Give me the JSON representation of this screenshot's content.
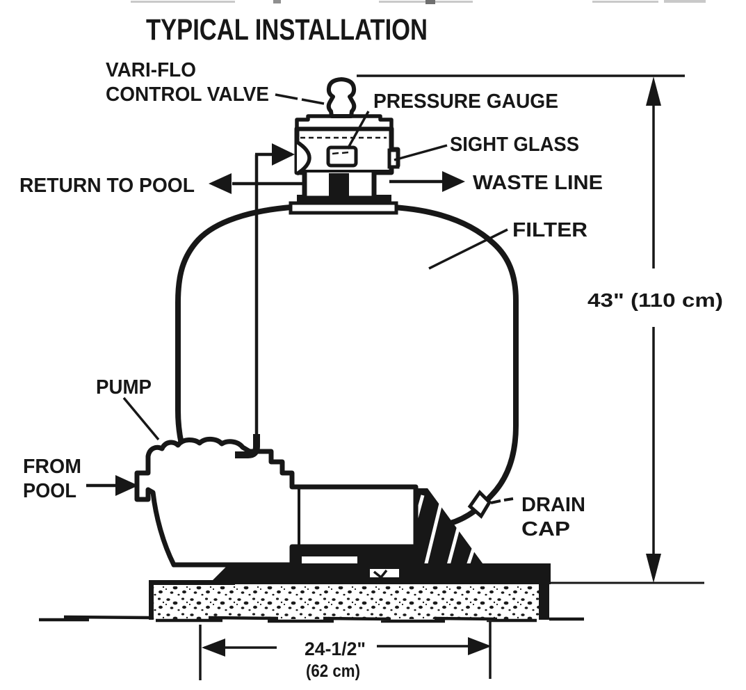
{
  "title": "TYPICAL INSTALLATION",
  "labels": {
    "vari_flo_line1": "VARI-FLO",
    "vari_flo_line2": "CONTROL VALVE",
    "pressure_gauge": "PRESSURE GAUGE",
    "sight_glass": "SIGHT GLASS",
    "return_to_pool": "RETURN TO POOL",
    "waste_line": "WASTE LINE",
    "filter": "FILTER",
    "pump": "PUMP",
    "from_pool_line1": "FROM",
    "from_pool_line2": "POOL",
    "drain_cap_line1": "DRAIN",
    "drain_cap_line2": "CAP"
  },
  "dimensions": {
    "height": "43\" (110 cm)",
    "width_inches": "24-1/2\"",
    "width_cm": "(62 cm)"
  },
  "colors": {
    "ink": "#171717",
    "background": "#ffffff"
  }
}
